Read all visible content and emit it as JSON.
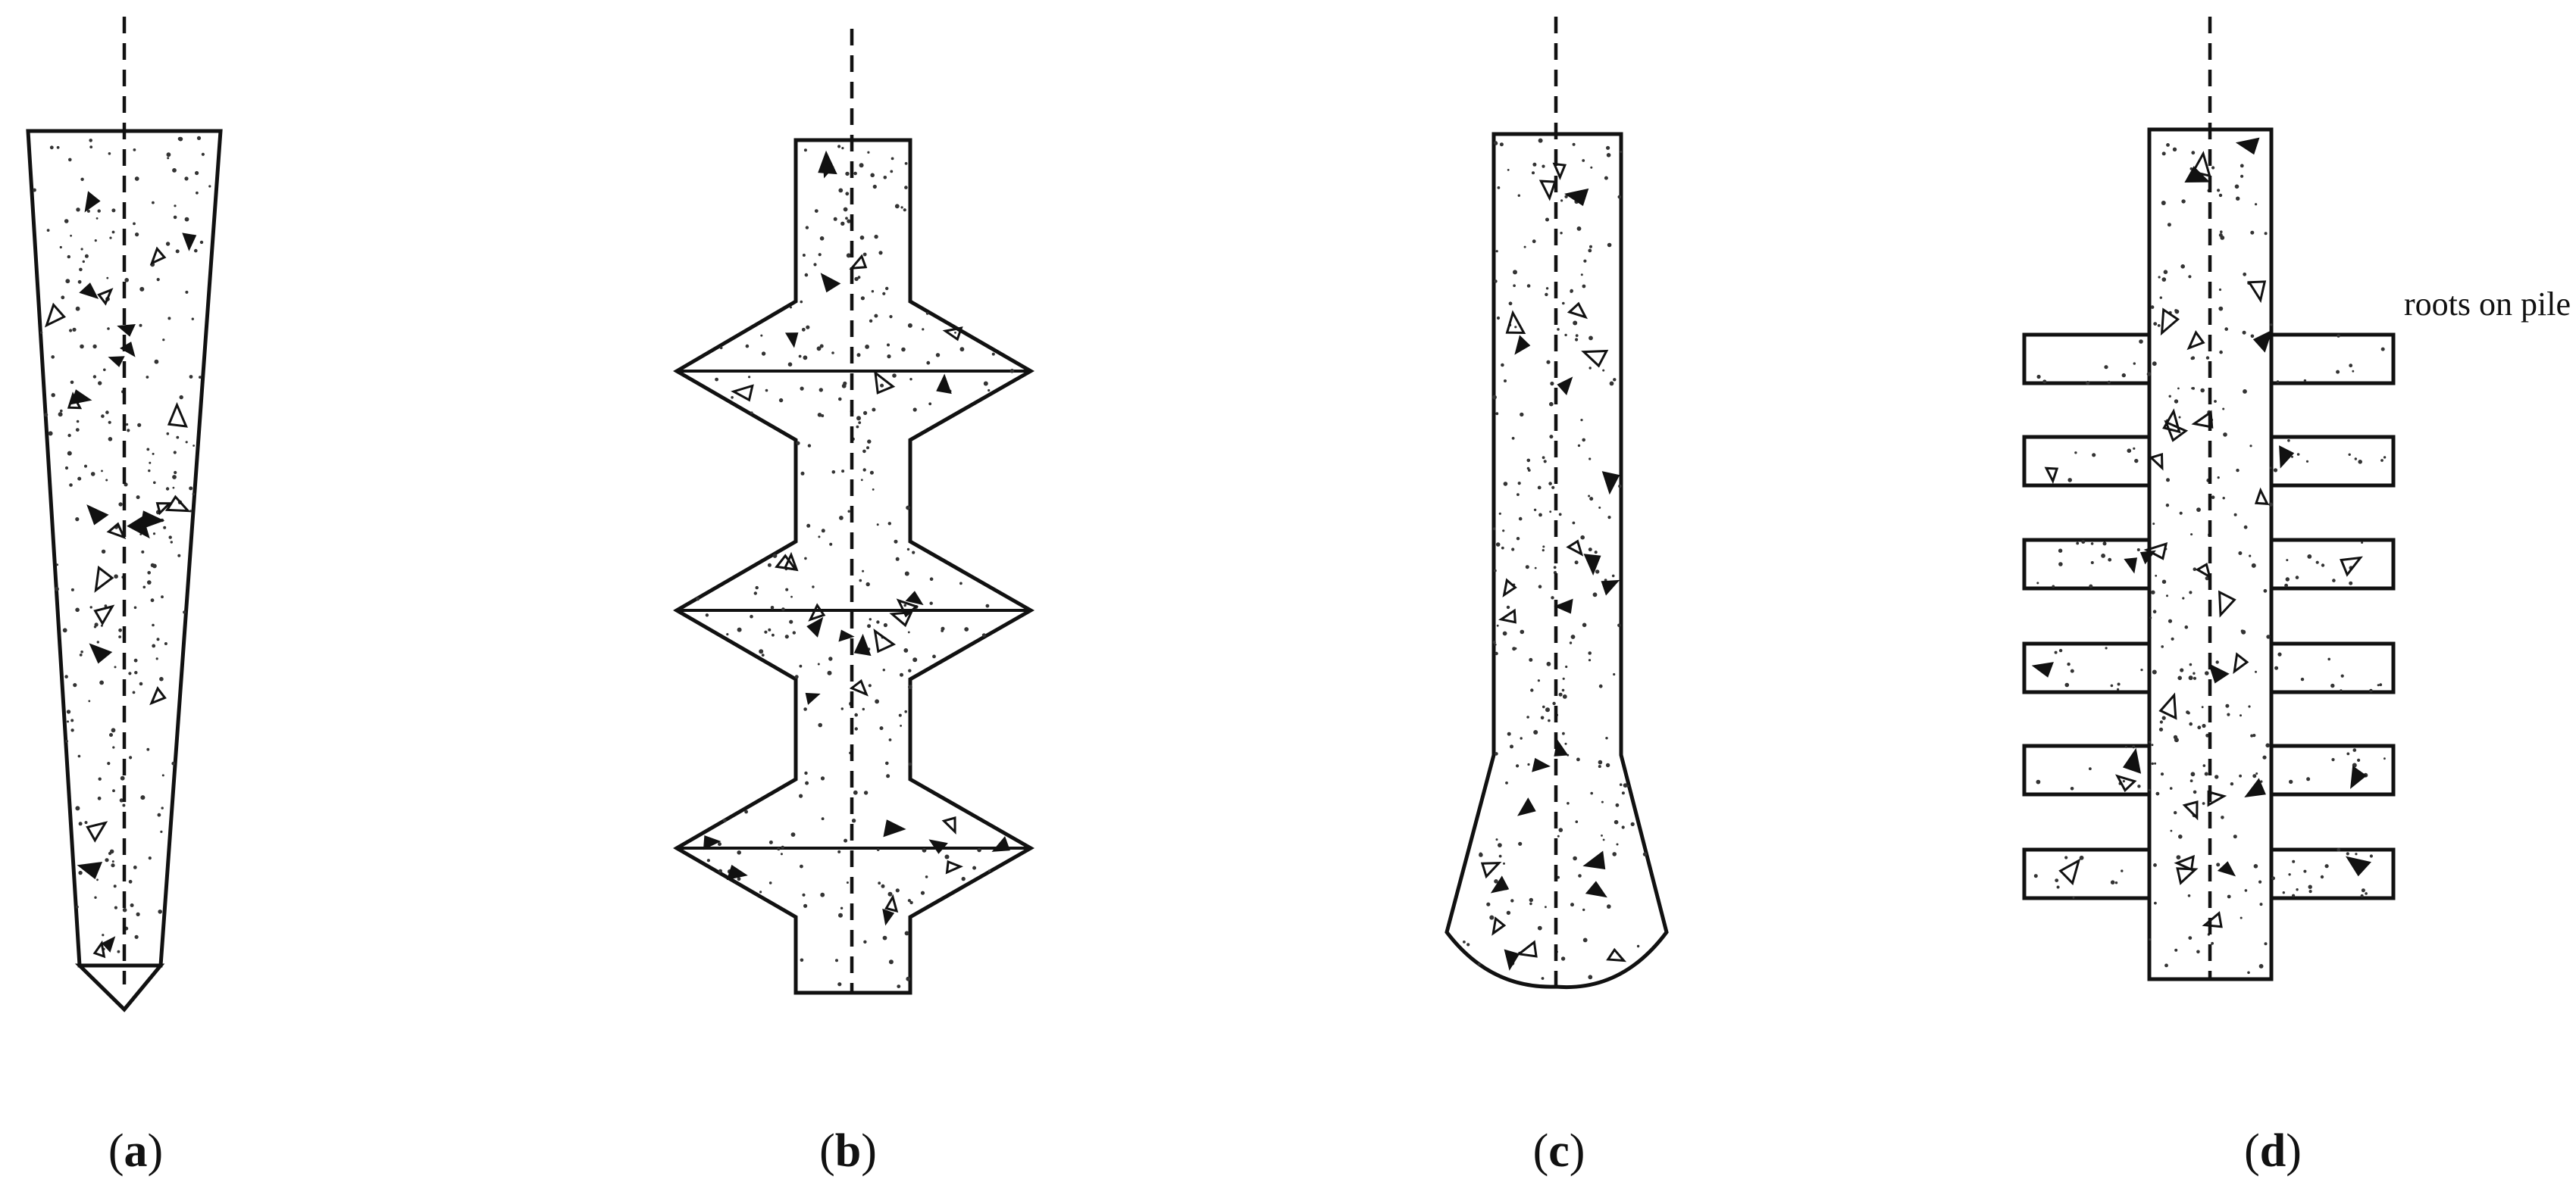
{
  "annotation": "roots on pile",
  "panels": [
    {
      "id": "a",
      "open": "(",
      "letter": "a",
      "close": ")"
    },
    {
      "id": "b",
      "open": "(",
      "letter": "b",
      "close": ")"
    },
    {
      "id": "c",
      "open": "(",
      "letter": "c",
      "close": ")"
    },
    {
      "id": "d",
      "open": "(",
      "letter": "d",
      "close": ")"
    }
  ]
}
